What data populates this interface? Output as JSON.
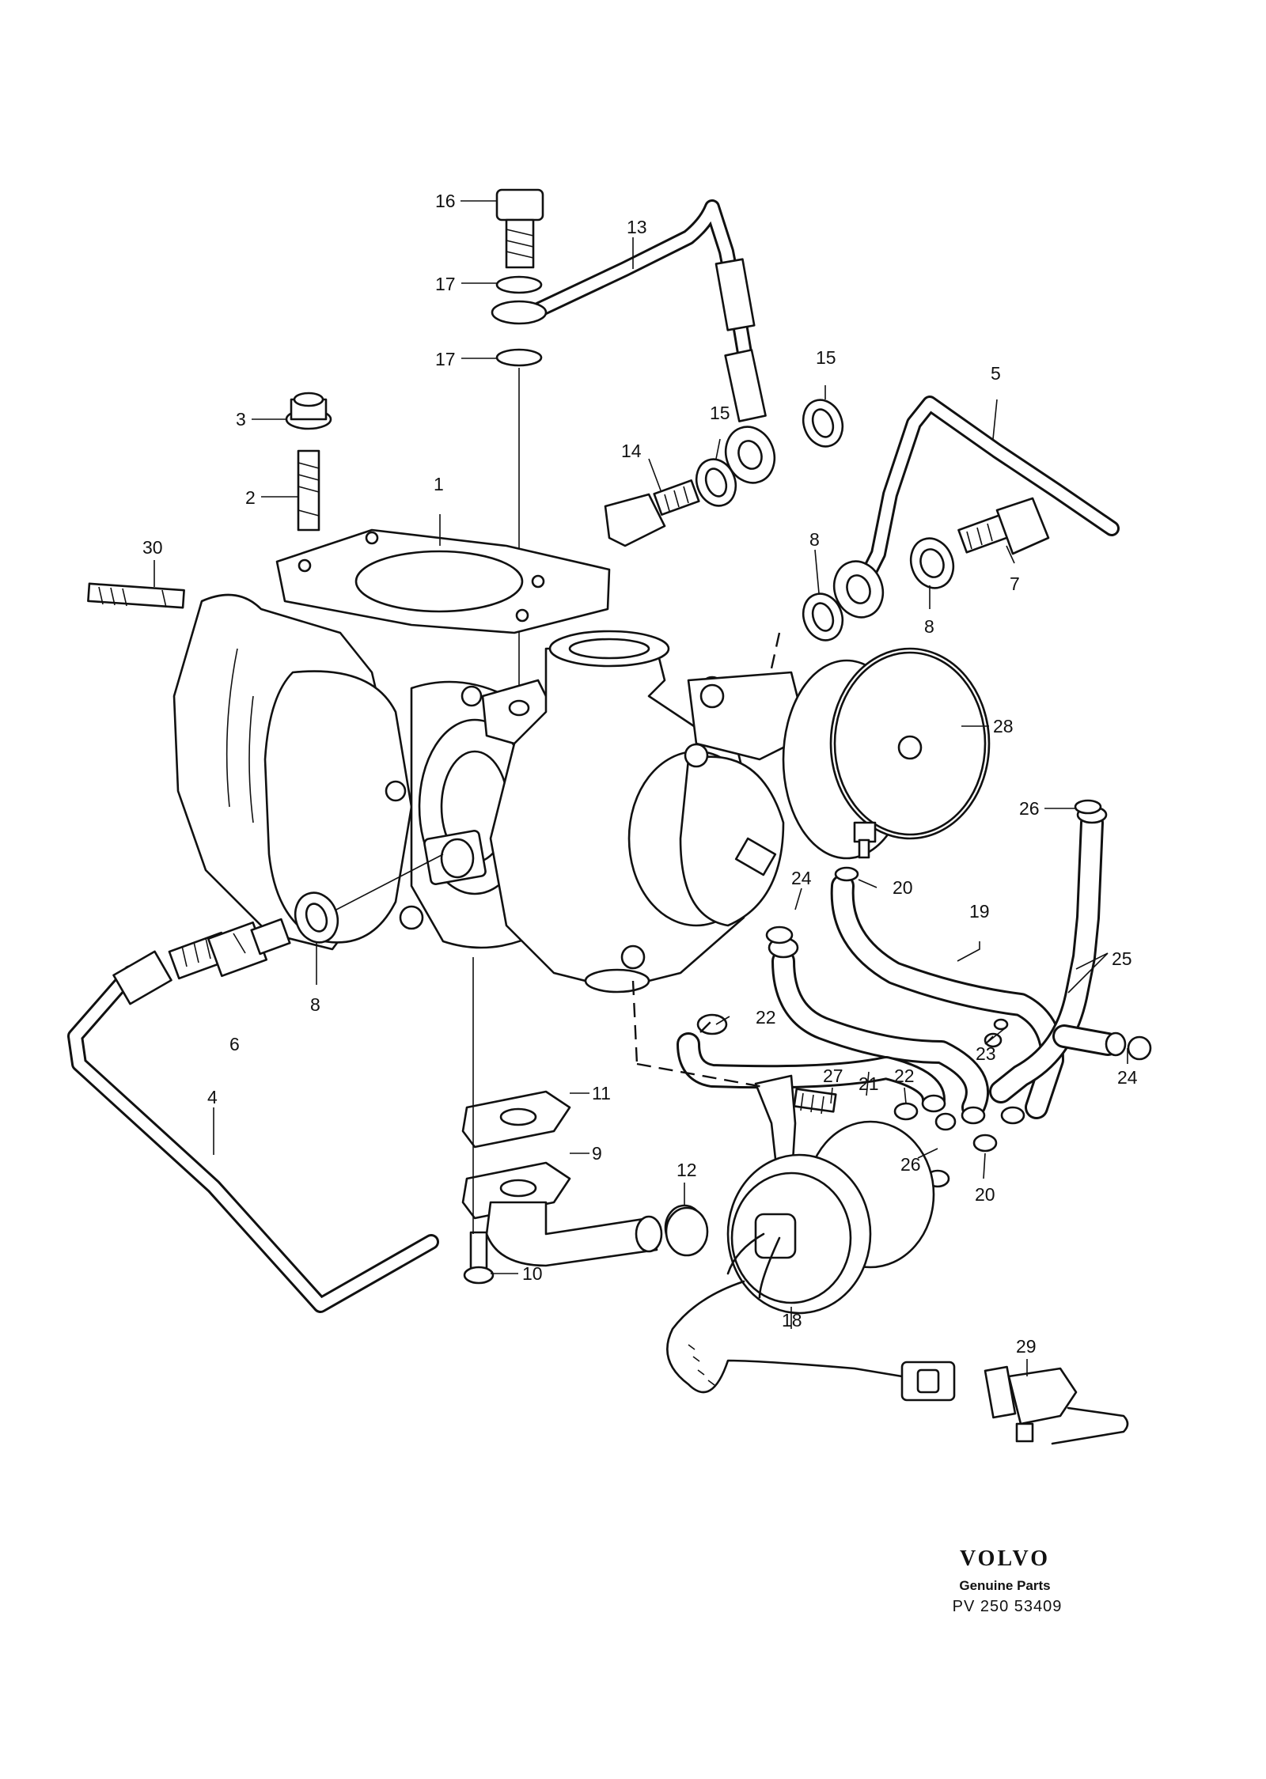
{
  "brand": {
    "logo_text": "VOLVO",
    "subtitle": "Genuine Parts",
    "code": "PV 250 53409"
  },
  "callouts": [
    {
      "id": "c1",
      "label": "1"
    },
    {
      "id": "c2",
      "label": "2"
    },
    {
      "id": "c3",
      "label": "3"
    },
    {
      "id": "c4",
      "label": "4"
    },
    {
      "id": "c5",
      "label": "5"
    },
    {
      "id": "c6",
      "label": "6"
    },
    {
      "id": "c7",
      "label": "7"
    },
    {
      "id": "c8a",
      "label": "8"
    },
    {
      "id": "c8b",
      "label": "8"
    },
    {
      "id": "c8c",
      "label": "8"
    },
    {
      "id": "c9",
      "label": "9"
    },
    {
      "id": "c10",
      "label": "10"
    },
    {
      "id": "c11",
      "label": "11"
    },
    {
      "id": "c12",
      "label": "12"
    },
    {
      "id": "c13",
      "label": "13"
    },
    {
      "id": "c14",
      "label": "14"
    },
    {
      "id": "c15a",
      "label": "15"
    },
    {
      "id": "c15b",
      "label": "15"
    },
    {
      "id": "c16",
      "label": "16"
    },
    {
      "id": "c17a",
      "label": "17"
    },
    {
      "id": "c17b",
      "label": "17"
    },
    {
      "id": "c18",
      "label": "18"
    },
    {
      "id": "c19",
      "label": "19"
    },
    {
      "id": "c20a",
      "label": "20"
    },
    {
      "id": "c20b",
      "label": "20"
    },
    {
      "id": "c21",
      "label": "21"
    },
    {
      "id": "c22a",
      "label": "22"
    },
    {
      "id": "c22b",
      "label": "22"
    },
    {
      "id": "c23",
      "label": "23"
    },
    {
      "id": "c24a",
      "label": "24"
    },
    {
      "id": "c24b",
      "label": "24"
    },
    {
      "id": "c25",
      "label": "25"
    },
    {
      "id": "c26a",
      "label": "26"
    },
    {
      "id": "c26b",
      "label": "26"
    },
    {
      "id": "c27",
      "label": "27"
    },
    {
      "id": "c28",
      "label": "28"
    },
    {
      "id": "c29",
      "label": "29"
    },
    {
      "id": "c30",
      "label": "30"
    }
  ]
}
